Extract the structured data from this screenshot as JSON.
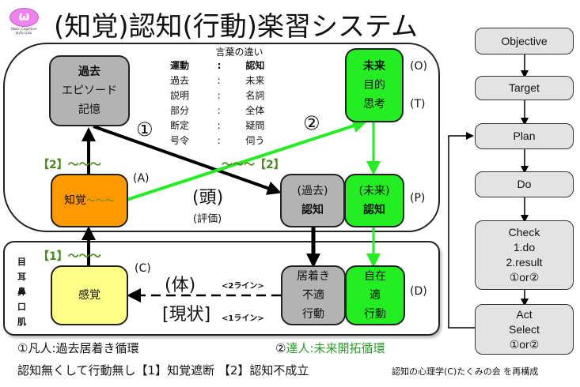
{
  "logo": {
    "glyph": "ω",
    "line1": "Wasin Cognitive",
    "line2": "Joyful juku",
    "color": "#ee82ee"
  },
  "title": "(知覚)認知(行動)楽習システム",
  "colors": {
    "past_gray": "#b3b3b3",
    "future_green": "#22ee22",
    "perception_orange": "#ff9900",
    "sensation_yellow": "#ffff88",
    "annotation_green": "#4a8a1c",
    "pdca_gray": "#e3e3e3"
  },
  "word_table": {
    "title": "言葉の違い",
    "rows": [
      {
        "left": "運動",
        "sep": ":",
        "right": "認知",
        "bold": true
      },
      {
        "left": "過去",
        "sep": ":",
        "right": "未来"
      },
      {
        "left": "説明",
        "sep": ":",
        "right": "名詞"
      },
      {
        "left": "部分",
        "sep": ":",
        "right": "全体"
      },
      {
        "left": "断定",
        "sep": ":",
        "right": "疑問"
      },
      {
        "left": "号令",
        "sep": ":",
        "right": "伺う"
      }
    ]
  },
  "boxes": {
    "past_memory": {
      "l1": "過去",
      "l2": "エピソード",
      "l3": "記憶"
    },
    "future_goal": {
      "l1": "未来",
      "l2": "目的",
      "l3": "思考"
    },
    "perception": {
      "label": "知覚",
      "squiggle": "〜〜〜"
    },
    "past_cognition": {
      "l1": "(過去)",
      "l2": "認知"
    },
    "future_cognition": {
      "l1": "(未来)",
      "l2": "認知"
    },
    "sensation": {
      "label": "感覚"
    },
    "past_action": {
      "l1": "居着き",
      "l2": "不適",
      "l3": "行動"
    },
    "future_action": {
      "l1": "自在",
      "l2": "適",
      "l3": "行動"
    }
  },
  "markers": {
    "O": "(O)",
    "T": "(T)",
    "A": "(A)",
    "P": "(P)",
    "C": "(C)",
    "D": "(D)"
  },
  "circled": {
    "one": "①",
    "two": "②"
  },
  "annotations": {
    "block2_left": "【2】〜〜〜",
    "block2_right": "〜〜〜【2】",
    "block1": "【1】〜〜〜",
    "head": "(頭)",
    "evaluation": "(評価)",
    "body": "(体)",
    "current_state": "[現状]",
    "line2": "<2ライン>",
    "line1": "<1ライン>"
  },
  "senses": [
    "目",
    "耳",
    "鼻",
    "口",
    "肌"
  ],
  "footer": {
    "cycle1": "①凡人:過去居着き循環",
    "cycle2_prefix": "②",
    "cycle2": "達人:未来開拓循環",
    "note": "認知無くして行動無し【1】知覚遮断 【2】認知不成立",
    "credit": "認知の心理学(C)たくみの会 を再構成"
  },
  "pdca": [
    {
      "lines": [
        "Objective"
      ]
    },
    {
      "lines": [
        "Target"
      ]
    },
    {
      "lines": [
        "Plan"
      ]
    },
    {
      "lines": [
        "Do"
      ]
    },
    {
      "lines": [
        "Check",
        "1.do",
        "2.result",
        "①or②"
      ]
    },
    {
      "lines": [
        "Act",
        "Select",
        "①or②"
      ]
    }
  ]
}
